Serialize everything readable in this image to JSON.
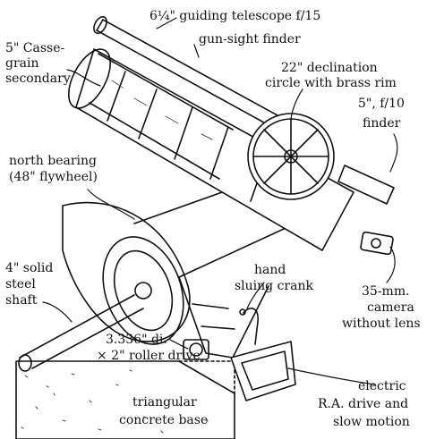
{
  "labels": {
    "guiding_telescope": "6¼\" guiding telescope f/15",
    "gun_sight": "gun-sight finder",
    "cass_1": "5\" Casse-",
    "cass_2": "grain",
    "cass_3": "secondary",
    "decl_1": "22\" declination",
    "decl_2": "circle with brass rim",
    "finder_1": "5\", f/10",
    "finder_2": "finder",
    "north_1": "north bearing",
    "north_2": "(48\" flywheel)",
    "shaft_1": "4\" solid",
    "shaft_2": "steel",
    "shaft_3": "shaft",
    "crank_1": "hand",
    "crank_2": "sluing crank",
    "camera_1": "35-mm.",
    "camera_2": "camera",
    "camera_3": "without lens",
    "roller_1": "3.336\" di.",
    "roller_2": "× 2\" roller drive",
    "base_1": "triangular",
    "base_2": "concrete base",
    "elec_1": "electric",
    "elec_2": "R.A. drive and",
    "elec_3": "slow motion"
  },
  "colors": {
    "ink": "#111111",
    "paper": "#ffffff"
  }
}
